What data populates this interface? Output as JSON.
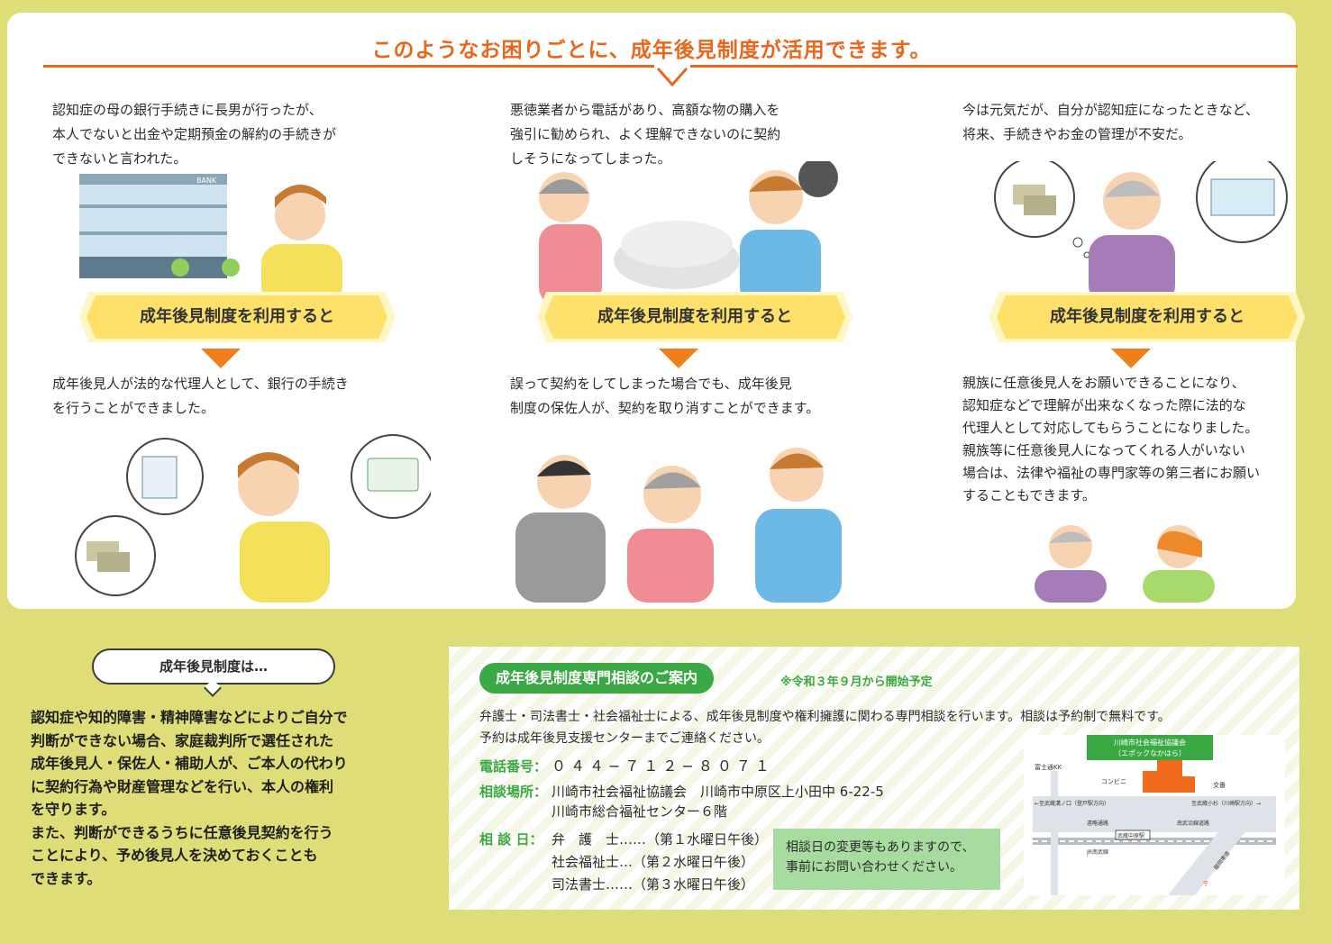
{
  "headline": "このようなお困りごとに、成年後見制度が活用できます。",
  "columns": [
    {
      "problem": [
        "認知症の母の銀行手続きに長男が行ったが、",
        "本人でないと出金や定期預金の解約の手続きが",
        "できないと言われた。"
      ],
      "ribbon": "成年後見制度を利用すると",
      "solution": [
        "成年後見人が法的な代理人として、銀行の手続き",
        "を行うことができました。"
      ],
      "bank_sign": "BANK"
    },
    {
      "problem": [
        "悪徳業者から電話があり、高額な物の購入を",
        "強引に勧められ、よく理解できないのに契約",
        "しそうになってしまった。"
      ],
      "ribbon": "成年後見制度を利用すると",
      "solution": [
        "誤って契約をしてしまった場合でも、成年後見",
        "制度の保佐人が、契約を取り消すことができます。"
      ]
    },
    {
      "problem": [
        "今は元気だが、自分が認知症になったときなど、",
        "将来、手続きやお金の管理が不安だ。"
      ],
      "ribbon": "成年後見制度を利用すると",
      "solution": [
        "親族に任意後見人をお願いできることになり、",
        "認知症などで理解が出来なくなった際に法的な",
        "代理人として対応してもらうことになりました。",
        "親族等に任意後見人になってくれる人がいない",
        "場合は、法律や福祉の専門家等の第三者にお願い",
        "することもできます。"
      ]
    }
  ],
  "about": {
    "title": "成年後見制度は…",
    "body": [
      "認知症や知的障害・精神障害などによりご自分で",
      "判断ができない場合、家庭裁判所で選任された",
      "成年後見人・保佐人・補助人が、ご本人の代わり",
      "に契約行為や財産管理などを行い、本人の権利",
      "を守ります。",
      "また、判断ができるうちに任意後見契約を行う",
      "ことにより、予め後見人を決めておくことも",
      "できます。"
    ]
  },
  "consult": {
    "title": "成年後見制度専門相談のご案内",
    "note": "※令和３年９月から開始予定",
    "intro": [
      "弁護士・司法書士・社会福祉士による、成年後見制度や権利擁護に関わる専門相談を行います。相談は予約制で無料です。",
      "予約は成年後見支援センターまでご連絡ください。"
    ],
    "phone_label": "電話番号：",
    "phone": "０４４−７１２−８０７１",
    "place_label": "相談場所：",
    "place": [
      "川崎市社会福祉協議会　川崎市中原区上小田中 6-22-5",
      "川崎市総合福祉センター６階"
    ],
    "days_label": "相 談 日：",
    "days": [
      "弁　護　士……（第１水曜日午後）",
      "社会福祉士…（第２水曜日午後）",
      "司法書士……（第３水曜日午後）"
    ],
    "notice": [
      "相談日の変更等もありますので、",
      "事前にお問い合わせください。"
    ]
  },
  "map": {
    "target": [
      "川崎市社会福祉協議会",
      "（エポックなかはら）"
    ],
    "fujitsu": "富士通KK",
    "konbini": "コンビニ",
    "koban": "交番",
    "left_dir": "←至武蔵溝ノ口（登戸駅方向）",
    "right_dir": "至武蔵小杉（川崎駅方向）→",
    "road1": "遠略通路",
    "road2": "南武沿線道路",
    "station": "武蔵中原駅",
    "jr": "JR南武線",
    "highway": "脇岡東道",
    "post": "〒"
  },
  "colors": {
    "orange": "#e9661c",
    "green": "#3aa843",
    "yellow": "#fde16a",
    "background": "#dedd77"
  }
}
